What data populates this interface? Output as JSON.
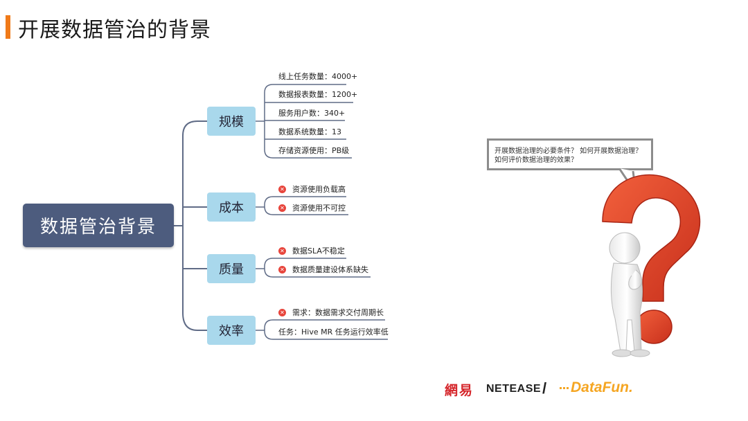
{
  "header": {
    "title": "开展数据管治的背景"
  },
  "mindmap": {
    "root": "数据管治背景",
    "branches": [
      {
        "label": "规模",
        "items": [
          {
            "text": "线上任务数量：4000+",
            "marked": false
          },
          {
            "text": "数据报表数量：1200+",
            "marked": false
          },
          {
            "text": "服务用户数：340+",
            "marked": false
          },
          {
            "text": "数据系统数量：13",
            "marked": false
          },
          {
            "text": "存储资源使用：PB级",
            "marked": false
          }
        ]
      },
      {
        "label": "成本",
        "items": [
          {
            "text": "资源使用负载高",
            "marked": true
          },
          {
            "text": "资源使用不可控",
            "marked": true
          }
        ]
      },
      {
        "label": "质量",
        "items": [
          {
            "text": "数据SLA不稳定",
            "marked": true
          },
          {
            "text": "数据质量建设体系缺失",
            "marked": true
          }
        ]
      },
      {
        "label": "效率",
        "items": [
          {
            "text": "需求：数据需求交付周期长",
            "marked": true
          },
          {
            "text": "任务：Hive MR 任务运行效率低",
            "marked": false
          }
        ]
      }
    ]
  },
  "bubble": {
    "line1": "开展数据治理的必要条件？ 如何开展数据治理？",
    "line2": "如何评价数据治理的效果？"
  },
  "footer": {
    "netease_cn": "網易",
    "netease_en": "NETEASE",
    "separator": "/",
    "datafun": "DataFun."
  },
  "colors": {
    "accent": "#f07a19",
    "root_bg": "#4d5c7e",
    "branch_bg": "#a9d8ec",
    "marker": "#e8453c",
    "question_mark": "#e8452c",
    "datafun": "#f5a623",
    "netease": "#d5262b"
  },
  "icons": {
    "marker": "x-circle-icon"
  }
}
